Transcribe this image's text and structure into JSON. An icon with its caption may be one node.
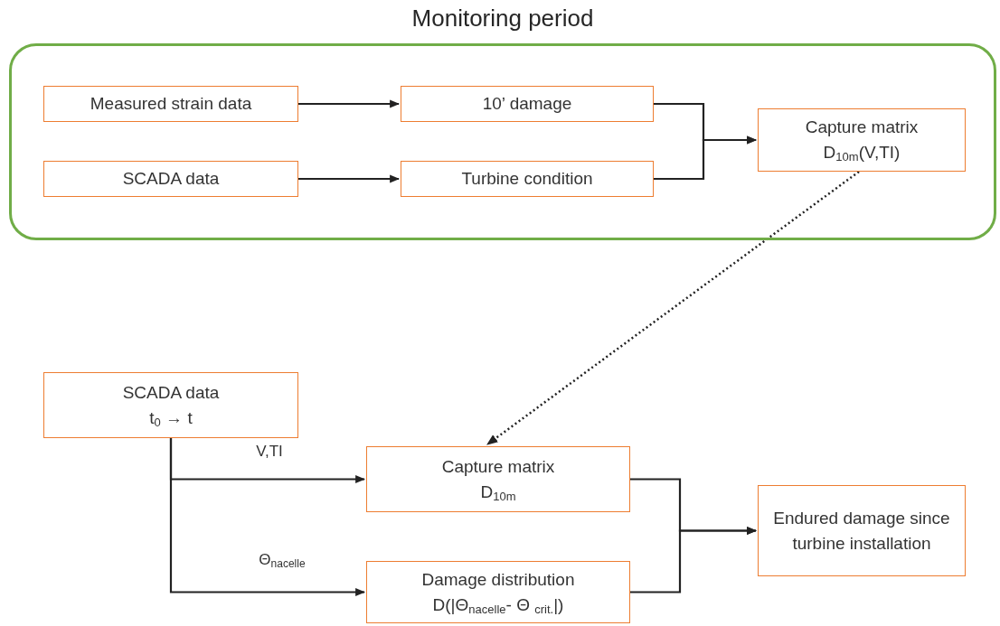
{
  "diagram": {
    "nodes": [
      {
        "text": [
          "Monitoring period"
        ]
      },
      {
        "text": [
          "Measured strain data"
        ],
        "in": 0
      },
      {
        "text": [
          "10’ damage"
        ],
        "in": 0
      },
      {
        "text": [
          "SCADA data"
        ],
        "in": 0
      },
      {
        "text": [
          "Turbine condition"
        ],
        "in": 0
      },
      {
        "text": [
          "Capture matrix",
          "D$_{10m}$(V,TI)"
        ],
        "in": 0
      },
      {
        "text": [
          "SCADA data",
          "t$_{0}$ → t"
        ]
      },
      {
        "text": [
          "Capture matrix",
          "D$_{10m}$"
        ]
      },
      {
        "text": [
          "Damage distribution",
          "D(|Θ$_{nacelle}$- Θ $_{crit.}$|)"
        ]
      },
      {
        "text": [
          "Endured damage since turbine installation"
        ]
      }
    ],
    "edges": [
      {
        "from": 1,
        "to": 2,
        "arrow": "to"
      },
      {
        "from": 3,
        "to": 4,
        "arrow": "to"
      },
      {
        "from": 2,
        "to": 5,
        "arrow": "to"
      },
      {
        "from": 4,
        "to": 5,
        "arrow": "to"
      },
      {
        "from": 5,
        "to": 7,
        "arrow": "to",
        "style": "dashed"
      },
      {
        "from": 6,
        "to": 7,
        "arrow": "to",
        "label": "V,TI"
      },
      {
        "from": 6,
        "to": 8,
        "arrow": "to",
        "label": "Θ$_{nacelle}$"
      },
      {
        "from": 7,
        "to": 9,
        "arrow": "to"
      },
      {
        "from": 8,
        "to": 9,
        "arrow": "to"
      }
    ]
  }
}
